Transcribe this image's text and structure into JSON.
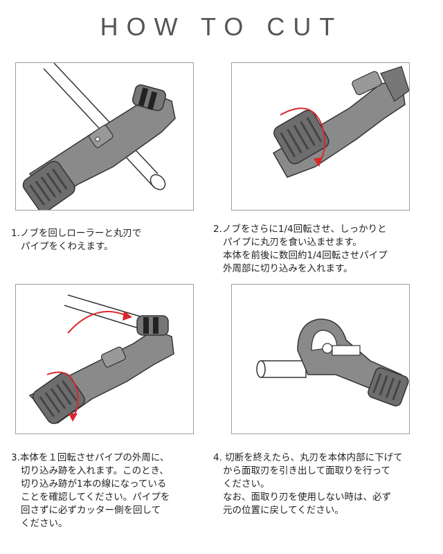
{
  "title": "HOW TO CUT",
  "steps": [
    {
      "number": "1.",
      "lines": [
        "ノブを回しローラーと丸刃で",
        "パイプをくわえます。"
      ]
    },
    {
      "number": "2.",
      "lines": [
        "ノブをさらに1/4回転させ、しっかりと",
        "パイプに丸刃を食い込ませます。",
        "本体を前後に数回約1/4回転させパイプ",
        "外周部に切り込みを入れます。"
      ]
    },
    {
      "number": "3.",
      "lines": [
        "本体を１回転させパイプの外周に、",
        "切り込み跡を入れます。このとき、",
        "切り込み跡が1本の線になっている",
        "ことを確認してください。パイプを",
        "回さずに必ずカッター側を回して",
        "ください。"
      ]
    },
    {
      "number": "4.",
      "lines": [
        "切断を終えたら、丸刃を本体内部に下げて",
        "から面取刃を引き出して面取りを行って",
        "ください。",
        "なお、面取り刃を使用しない時は、必ず",
        "元の位置に戻してください。"
      ]
    }
  ],
  "colors": {
    "arrow": "#d9262c",
    "tool_body": "#8a8a8a",
    "tool_dark": "#555555",
    "frame": "#9a9a9a"
  }
}
